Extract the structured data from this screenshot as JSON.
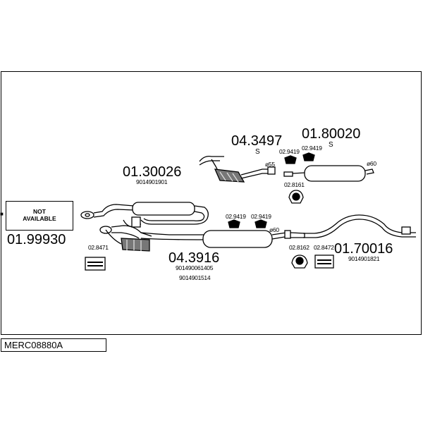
{
  "diagram_code": "MERC08880A",
  "not_available": [
    "NOT",
    "AVAILABLE"
  ],
  "parts": {
    "p1": "01.99930",
    "p2": "01.30026",
    "p2_ref": "9014901901",
    "p3": "04.3497",
    "p3_mark": "S",
    "p4": "01.80020",
    "p4_mark": "S",
    "p5": "04.3916",
    "p5_ref1": "901490061405",
    "p5_ref2": "9014901514",
    "p6": "01.70016",
    "p6_ref": "9014901821"
  },
  "accessories": {
    "a_8471": "02.8471",
    "a_9419_1": "02.9419",
    "a_9419_2": "02.9419",
    "a_9419_3": "02.9419",
    "a_9419_4": "02.9419",
    "a_8161": "02.8161",
    "a_8162": "02.8162",
    "a_8472": "02.8472"
  },
  "diameters": {
    "d55": "ø55",
    "d60a": "ø60",
    "d60b": "ø60"
  }
}
